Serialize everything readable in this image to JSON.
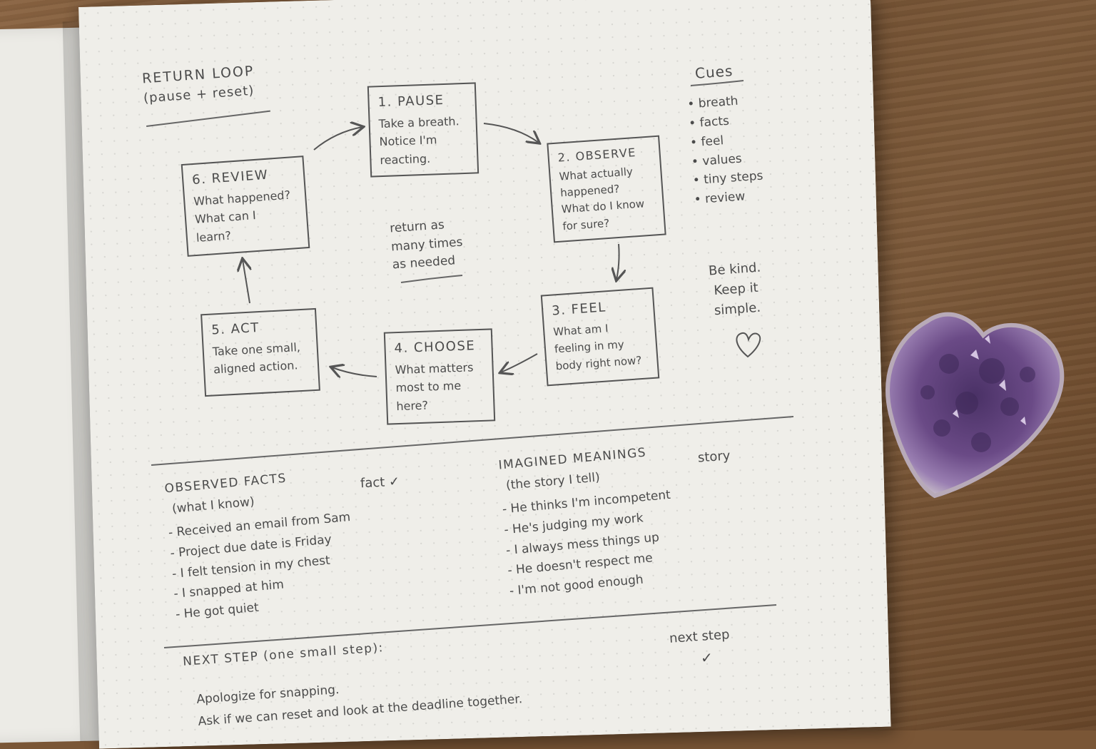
{
  "title": {
    "line1": "RETURN LOOP",
    "line2": "(pause + reset)"
  },
  "steps": [
    {
      "heading": "1. PAUSE",
      "lines": [
        "Take a breath.",
        "Notice I'm",
        "reacting."
      ]
    },
    {
      "heading": "2. OBSERVE",
      "lines": [
        "What actually",
        "happened?",
        "What do I know",
        "for sure?"
      ]
    },
    {
      "heading": "3. FEEL",
      "lines": [
        "What am I",
        "feeling in my",
        "body right now?"
      ]
    },
    {
      "heading": "4. CHOOSE",
      "lines": [
        "What matters",
        "most to me",
        "here?"
      ]
    },
    {
      "heading": "5. ACT",
      "lines": [
        "Take one small,",
        "aligned action."
      ]
    },
    {
      "heading": "6. REVIEW",
      "lines": [
        "What happened?",
        "What can I",
        "learn?"
      ]
    }
  ],
  "center_note": [
    "return as",
    "many times",
    "as needed"
  ],
  "cues": {
    "heading": "Cues",
    "items": [
      "breath",
      "facts",
      "feel",
      "values",
      "tiny steps",
      "review"
    ]
  },
  "kindness": [
    "Be kind.",
    "Keep it",
    "simple."
  ],
  "observed_facts": {
    "heading": "OBSERVED FACTS",
    "subheading": "(what I know)",
    "tag": "fact ✓",
    "items": [
      "- Received an email from Sam",
      "- Project due date is Friday",
      "- I felt tension in my chest",
      "- I snapped at him",
      "- He got quiet"
    ]
  },
  "imagined_meanings": {
    "heading": "IMAGINED MEANINGS",
    "subheading": "(the story I tell)",
    "tag": "story",
    "items": [
      "- He thinks I'm incompetent",
      "- He's judging my work",
      "- I always mess things up",
      "- He doesn't respect me",
      "- I'm not good enough"
    ]
  },
  "next_step": {
    "heading": "NEXT STEP (one small step):",
    "lines": [
      "Apologize for snapping.",
      "Ask if we can reset and look at the deadline together."
    ],
    "tag": "next step",
    "check": "✓"
  },
  "colors": {
    "ink": "#4b4b4b",
    "paper": "#efeee9",
    "wood": "#7a5636",
    "amethyst": "#6a4a86"
  }
}
